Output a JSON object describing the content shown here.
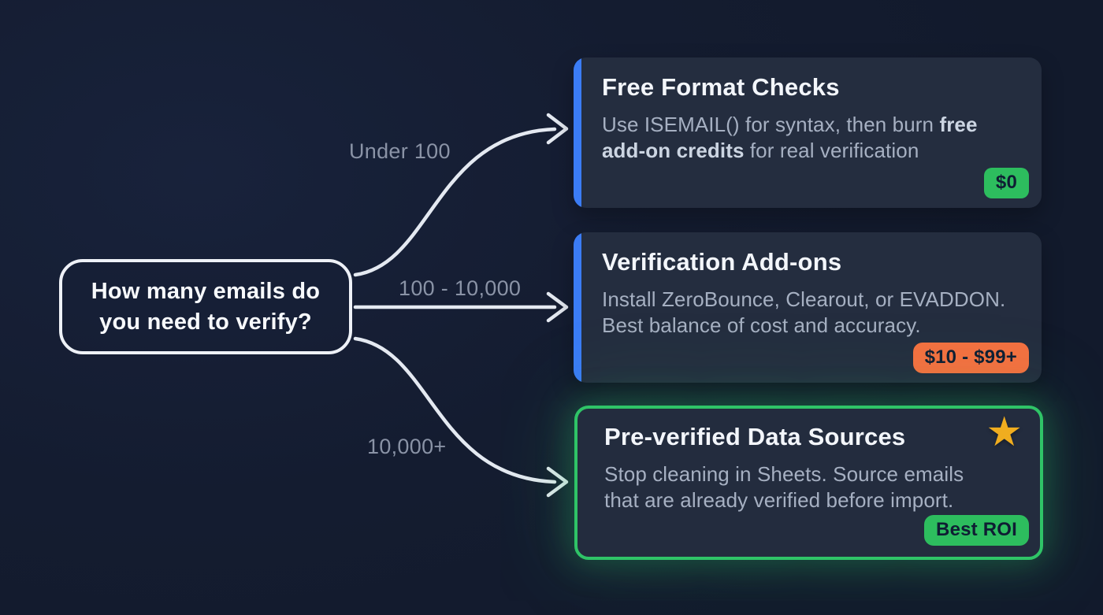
{
  "question": {
    "text": "How many emails do you need to verify?"
  },
  "branches": [
    {
      "label": "Under 100"
    },
    {
      "label": "100 - 10,000"
    },
    {
      "label": "10,000+"
    }
  ],
  "cards": [
    {
      "title": "Free Format Checks",
      "desc": {
        "s1": "Use ISEMAIL() for syntax, then burn ",
        "s2": "free",
        "s3": "add-on credits",
        "s4": " for real verification"
      },
      "badge": "$0"
    },
    {
      "title": "Verification Add-ons",
      "desc": {
        "line1": "Install ZeroBounce, Clearout, or EVADDON.",
        "line2": "Best balance of cost and accuracy."
      },
      "badge": "$10 - $99+"
    },
    {
      "title": "Pre-verified Data Sources",
      "desc": {
        "line1": "Stop cleaning in Sheets. Source emails",
        "line2": "that are already verified before import."
      },
      "badge": "Best ROI"
    }
  ],
  "icons": {
    "star": "★"
  },
  "colors": {
    "background": "#141c30",
    "card_background": "#242d3f",
    "stripe_blue": "#3b7cf5",
    "badge_green": "#2dbd5e",
    "badge_orange": "#f57040",
    "highlight_border_green": "#2fc467",
    "star_gold": "#f0ad1f",
    "arrow": "#e4e9f1",
    "title_text": "#f3f6fb",
    "desc_text": "#a6b0c2",
    "label_text": "#8a93a6"
  }
}
